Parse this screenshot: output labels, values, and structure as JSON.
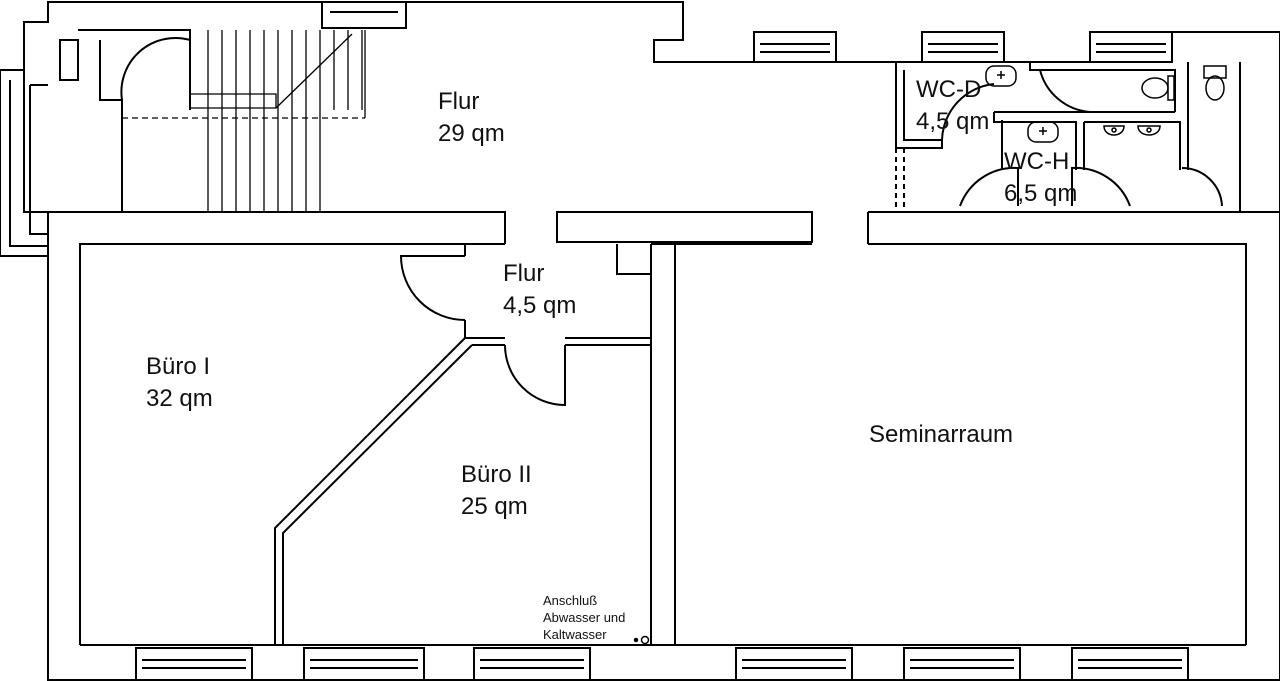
{
  "rooms": {
    "flur_top": {
      "name": "Flur",
      "area": "29 qm"
    },
    "wc_d": {
      "name": "WC-D",
      "area": "4,5 qm"
    },
    "wc_h": {
      "name": "WC-H",
      "area": "6,5 qm"
    },
    "flur_small": {
      "name": "Flur",
      "area": "4,5 qm"
    },
    "buero1": {
      "name": "Büro I",
      "area": "32 qm"
    },
    "buero2": {
      "name": "Büro II",
      "area": "25 qm"
    },
    "seminar": {
      "name": "Seminarraum"
    }
  },
  "note": {
    "line1": "Anschluß",
    "line2": "Abwasser und",
    "line3": "Kaltwasser"
  }
}
